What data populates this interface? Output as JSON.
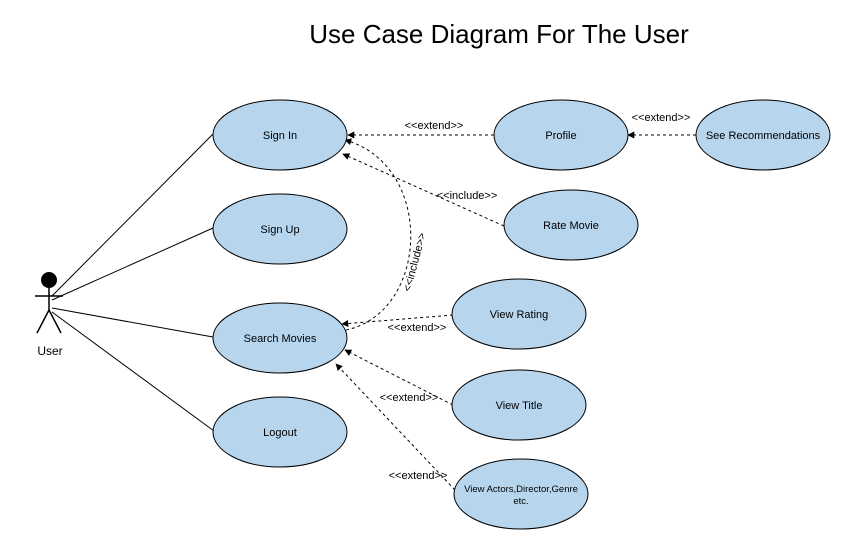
{
  "title": "Use Case Diagram For The User",
  "actor": {
    "label": "User"
  },
  "colors": {
    "usecase_fill": "#b7d6ee",
    "stroke": "#000000"
  },
  "use_cases": {
    "sign_in": "Sign In",
    "sign_up": "Sign Up",
    "search_movies": "Search Movies",
    "logout": "Logout",
    "profile": "Profile",
    "see_recommendations": "See Recommendations",
    "rate_movie": "Rate Movie",
    "view_rating": "View Rating",
    "view_title": "View Title",
    "view_actors_line1": "View Actors,Director,Genre",
    "view_actors_line2": "etc."
  },
  "relations": {
    "extend_profile_signin": "<<extend>>",
    "extend_reco_profile": "<<extend>>",
    "include_rate_signin": "<<include>>",
    "include_search_signin": "<<include>>",
    "extend_rating_search": "<<extend>>",
    "extend_title_search": "<<extend>>",
    "extend_actors_search": "<<extend>>"
  }
}
